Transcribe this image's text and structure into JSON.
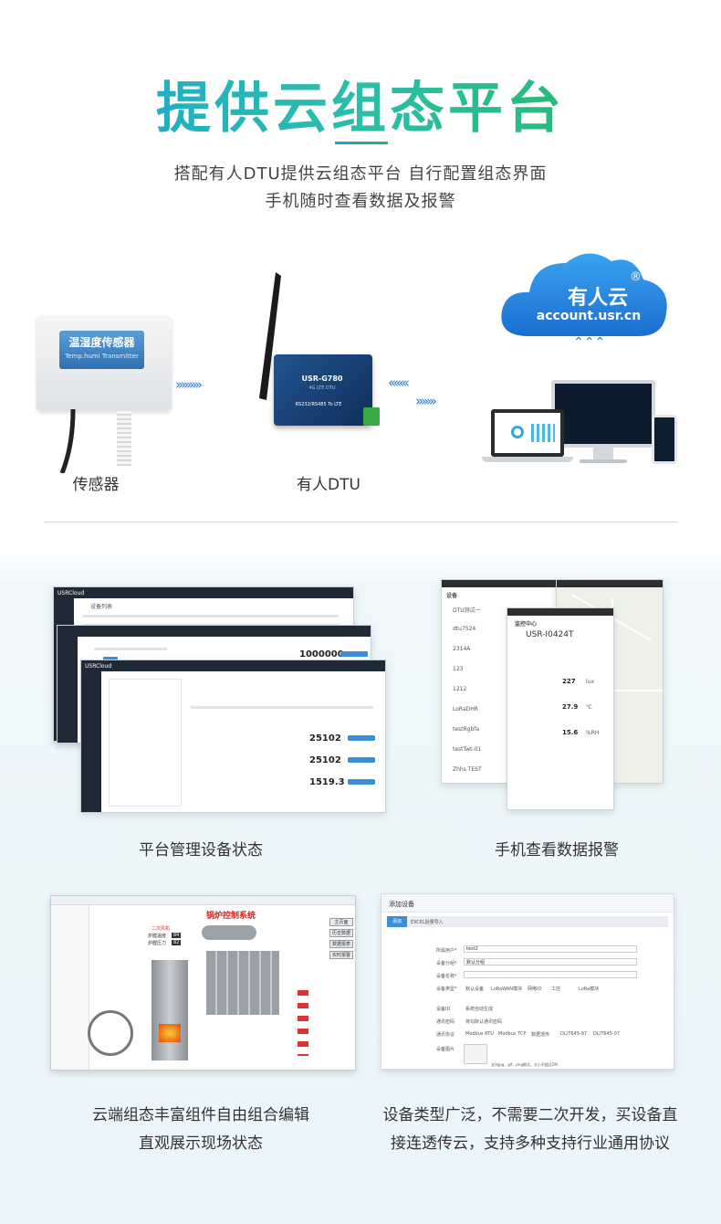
{
  "header": {
    "title": "提供云组态平台",
    "subtitle_line1": "搭配有人DTU提供云组态平台  自行配置组态界面",
    "subtitle_line2": "手机随时查看数据及报警"
  },
  "cloud": {
    "brand": "有人云",
    "reg_mark": "®",
    "url": "account.usr.cn"
  },
  "devices": {
    "sensor_label": "温湿度传感器",
    "sensor_sub": "Temp.humi Transmitter",
    "dtu_model": "USR-G780",
    "dtu_sub": "4G LTE DTU",
    "dtu_port": "RS232/RS485 To LTE",
    "arrow_right": "›››››››››",
    "arrow_left": "‹‹‹‹‹‹‹",
    "arrow_right2": "›››››››",
    "arrow_up": "⌃⌃⌃"
  },
  "captions": {
    "sensor": "传感器",
    "dtu": "有人DTU",
    "platform": "平台管理设备状态",
    "mobile": "手机查看数据报警",
    "scada_line1": "云端组态丰富组件自由组合编辑",
    "scada_line2": "直观展示现场状态",
    "device_line1": "设备类型广泛，不需要二次开发，买设备直",
    "device_line2": "接连透传云，支持多种支持行业通用协议"
  },
  "platform_screen": {
    "logo": "USRCloud",
    "tab1": "设备列表",
    "values": [
      "1000000",
      "25102",
      "25102",
      "1519.3"
    ]
  },
  "mobile_screen": {
    "title": "设备",
    "items": [
      "DTU测试一",
      "dtu7524",
      "2314A",
      "123",
      "1212",
      "LoRaDHR",
      "testRgbfa",
      "testTwt-01",
      "Zhhs TEST"
    ],
    "detail_title": "监控中心",
    "detail_device": "USR-I0424T",
    "readings": [
      "227",
      "27.9",
      "15.6"
    ],
    "units": [
      "lux",
      "℃",
      "%RH"
    ]
  },
  "scada_screen": {
    "title": "锅炉控制系统",
    "buttons": [
      "主页面",
      "历史数据",
      "数据报表",
      "实时报警"
    ],
    "labels": [
      "二次风机",
      "炉膛温度",
      "炉膛压力"
    ],
    "values": [
      "84",
      "82"
    ]
  },
  "device_form": {
    "title": "添加设备",
    "tabs": [
      "添加",
      "EXCEL批量导入"
    ],
    "fields": [
      "所属用户*",
      "设备分组*",
      "设备名称*",
      "设备类型*",
      "设备ID",
      "通讯密码",
      "通讯协议",
      "设备图片"
    ],
    "user_value": "test2",
    "group_value": "默认分组",
    "type_options": [
      "默认设备",
      "LoRaWAN模块",
      "网络IO",
      "工控",
      "LoRa模块"
    ],
    "id_note": "系统自动生成",
    "pwd_note": "将勾默认通讯密码",
    "protocol_options": [
      "Modbus RTU",
      "Modbus TCP",
      "数据透传",
      "DL/T645-97",
      "DL/T645-07"
    ],
    "upload_note": "支持jpg、gif、png格式，大小不超过2M"
  }
}
